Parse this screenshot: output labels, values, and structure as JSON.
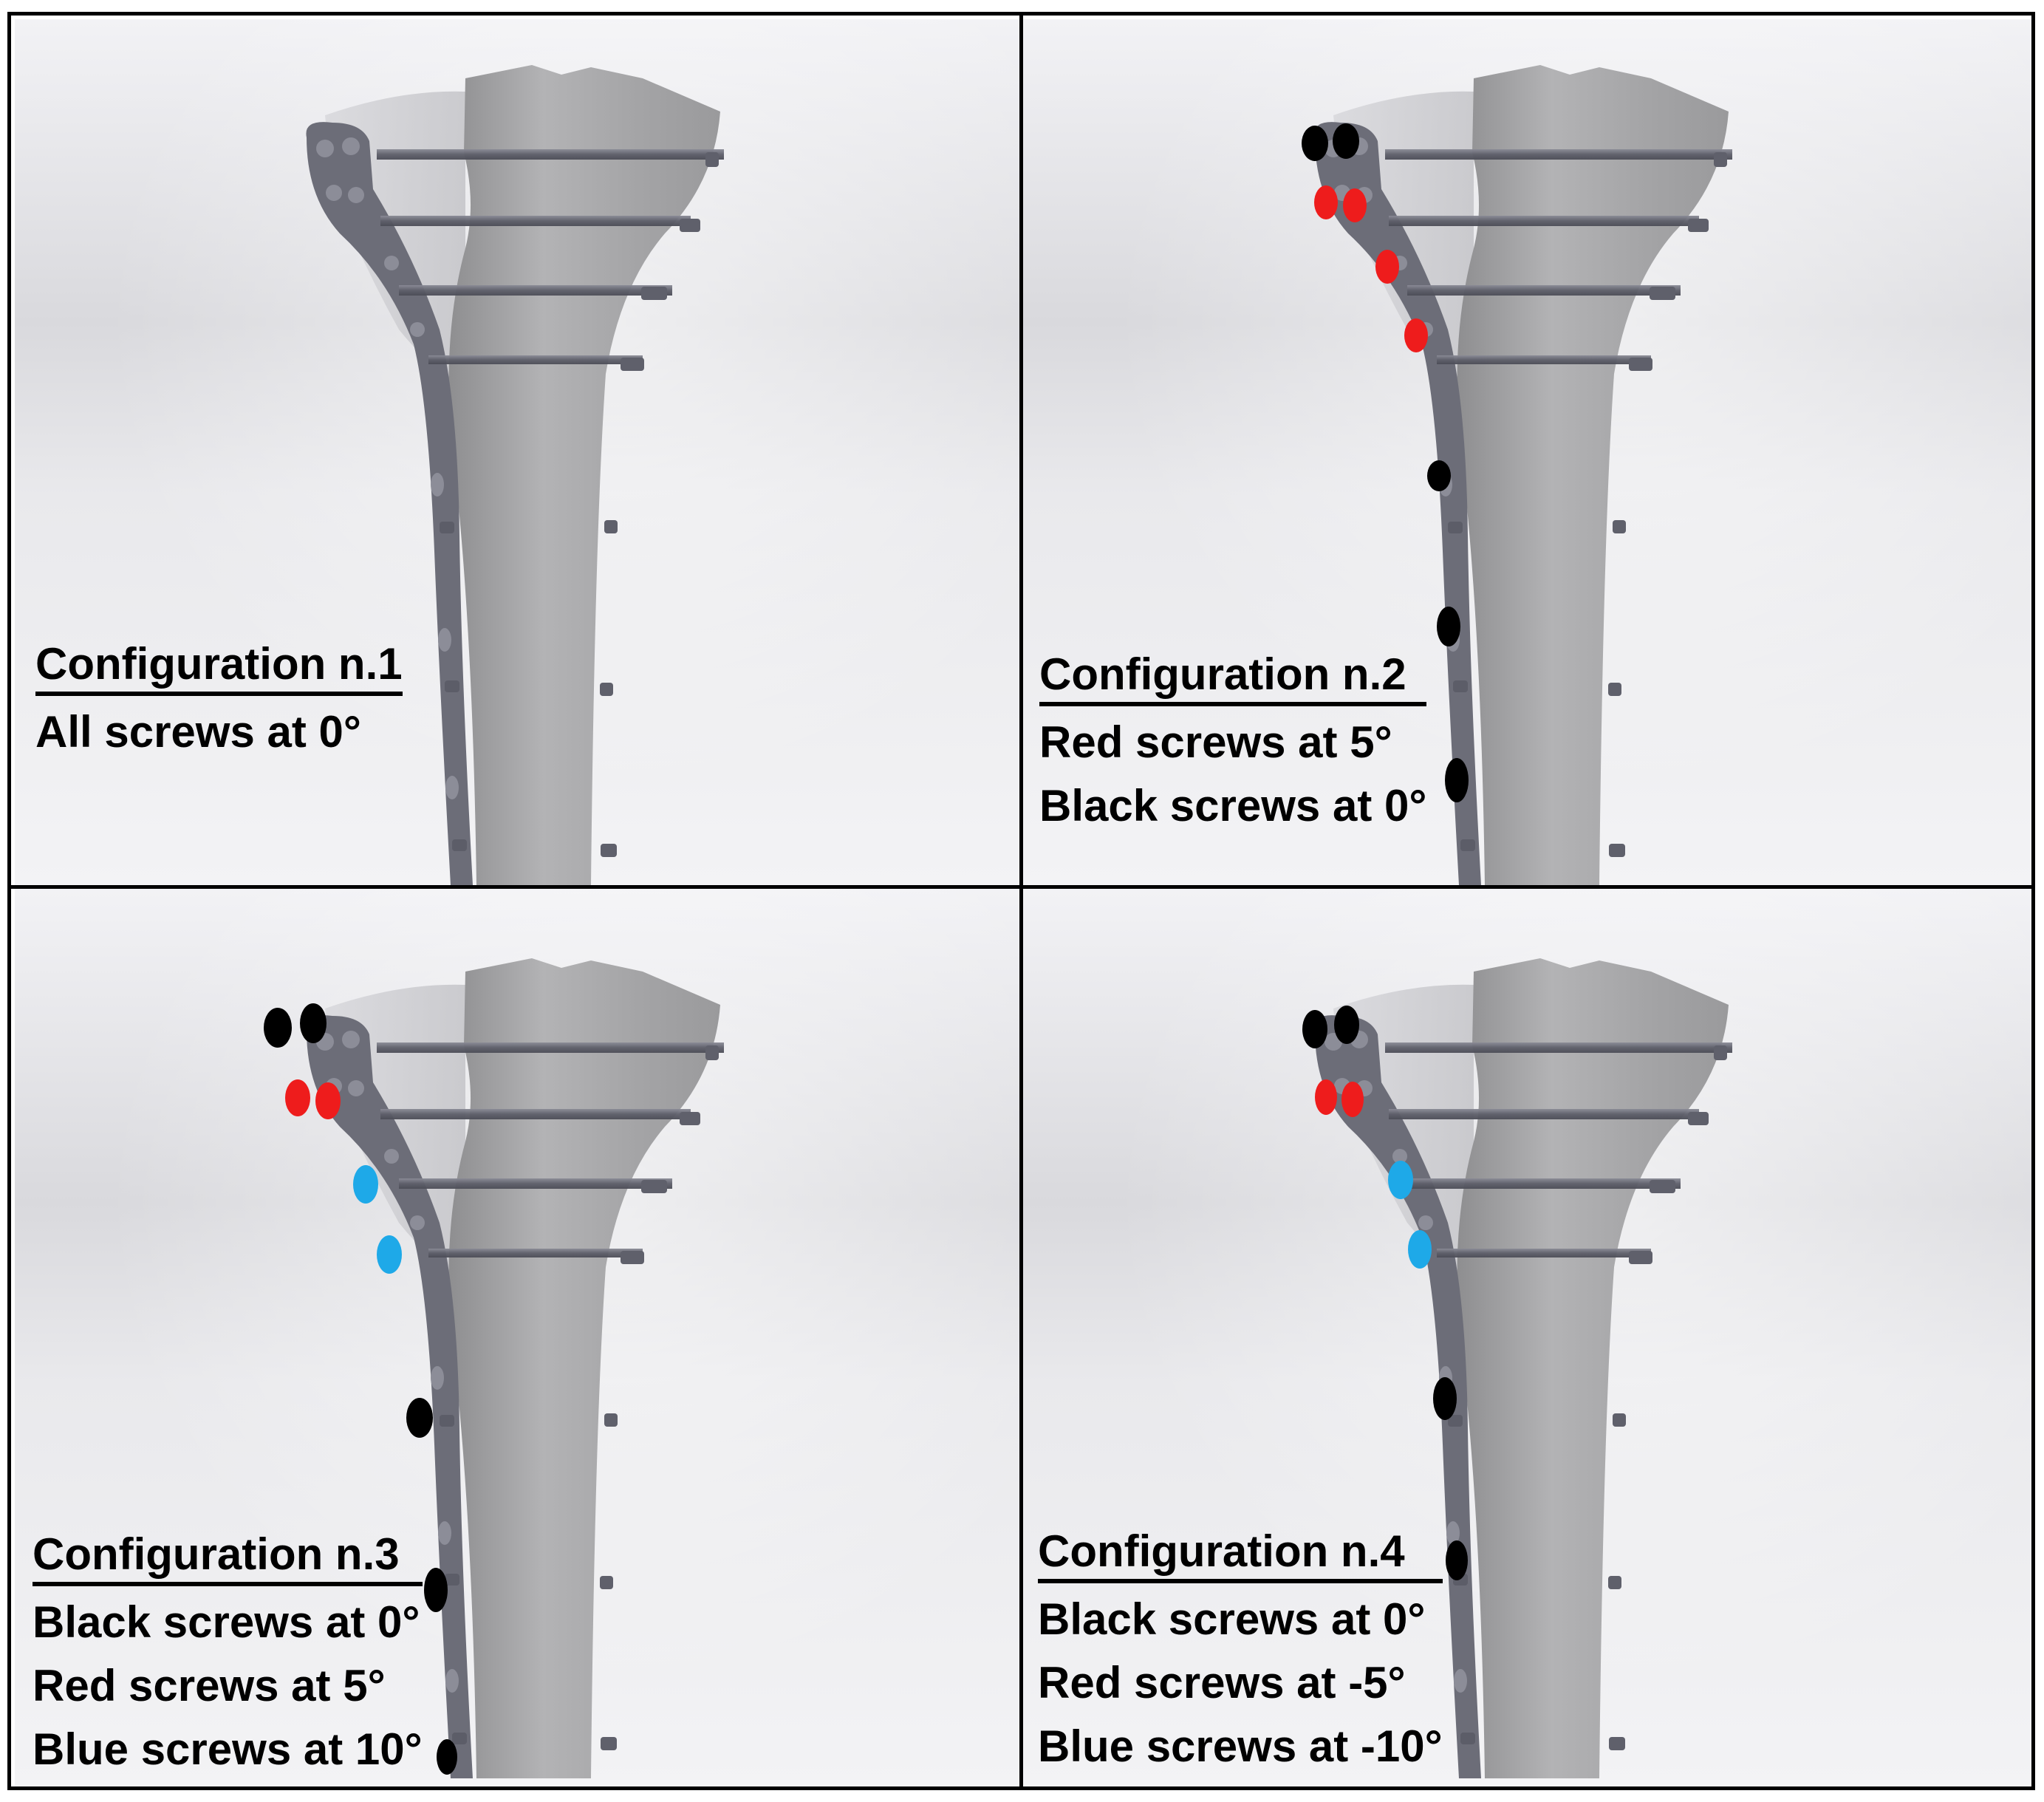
{
  "panels": [
    {
      "title": "Configuration n.1",
      "lines": [
        "All screws at 0°"
      ]
    },
    {
      "title": "Configuration n.2",
      "lines": [
        "Red screws at 5°",
        "Black screws at 0°"
      ]
    },
    {
      "title": "Configuration n.3",
      "lines": [
        "Black screws at 0°",
        "Red screws at 5°",
        "Blue screws at 10°"
      ]
    },
    {
      "title": "Configuration n.4",
      "lines": [
        "Black screws at 0°",
        "Red screws at -5°",
        "Blue screws at -10°"
      ]
    }
  ],
  "colors": {
    "black_screw": "#000000",
    "red_screw": "#ee1c1c",
    "blue_screw": "#1ea9e8",
    "bone": "#a9a9a9",
    "plate": "#6c6d78"
  }
}
